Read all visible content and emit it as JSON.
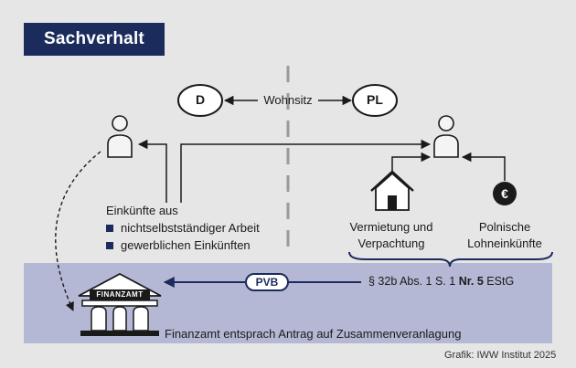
{
  "title": "Sachverhalt",
  "countries": {
    "left": "D",
    "right": "PL",
    "connector": "Wohnsitz"
  },
  "income": {
    "heading": "Einkünfte aus",
    "items": [
      "nichtselbstständiger Arbeit",
      "gewerblichen Einkünften"
    ]
  },
  "rental": {
    "line1": "Vermietung und",
    "line2": "Verpachtung"
  },
  "polish_wages": {
    "line1": "Polnische",
    "line2": "Lohneinkünfte"
  },
  "tax_office": {
    "sign": "FINANZAMT",
    "statement": "Finanzamt entsprach Antrag auf Zusammenveranlagung"
  },
  "pvb": {
    "label": "PVB",
    "law_prefix": "§ 32b Abs. 1 S. 1",
    "law_bold": "Nr. 5",
    "law_suffix": "EStG"
  },
  "credit": "Grafik: IWW Institut 2025",
  "colors": {
    "navy": "#1b2b5c",
    "band": "#b4b8d4",
    "background": "#e6e6e6"
  },
  "icons": [
    "person-icon",
    "house-icon",
    "euro-coin-icon",
    "tax-office-building-icon"
  ]
}
